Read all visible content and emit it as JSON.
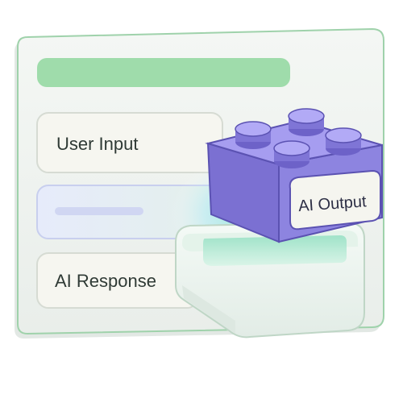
{
  "window": {
    "rows": [
      {
        "label": "User Input"
      },
      {
        "label": ""
      },
      {
        "label": "AI Response"
      }
    ]
  },
  "block": {
    "label": "AI Output"
  },
  "colors": {
    "frame": "#eef2ef",
    "frame_border": "#8fcf9f",
    "title_bar": "#9fdcab",
    "row_bg": "#f5f5ef",
    "highlight_row": "#e7ebfb",
    "block_top": "#8a80da",
    "block_side": "#6c62c4",
    "slot": "#e6f4ea"
  }
}
